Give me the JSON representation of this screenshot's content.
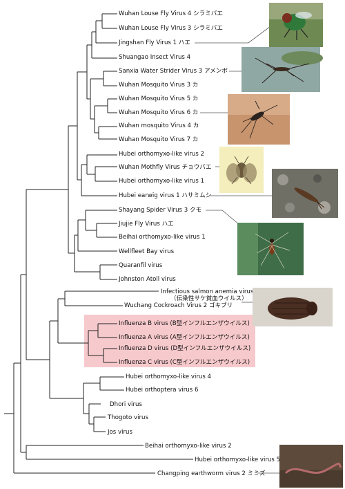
{
  "taxa": [
    "Wuhan Louse Fly Virus 4 シラミバエ",
    "Wuhan Louse Fly Virus 3 シラミバエ",
    "Jingshan Fly Virus 1 ハエ",
    "Shuangao Insect Virus 4",
    "Sanxia Water Strider Virus 3 アメンボ",
    "Wuhan Mosquito Virus 3 カ",
    "Wuhan Mosquito Virus 5 カ",
    "Wuhan Mosquito Virus 6 カ",
    "Wuhan mosquito Virus 4 カ",
    "Wuhan Mosquito Virus 7 カ",
    "Hubei orthomyxo-like virus 2",
    "Wuhan Mothfly Virus チョウバエ",
    "Hubei orthomyxo-like virus 1",
    "Hubei earwig virus 1 ハサミムシ",
    "Shayang Spider Virus 3 クモ",
    "Jiujie Fly Virus ハエ",
    "Beihai orthomyxo-like virus 1",
    "Wellfleet Bay virus",
    "Quaranfil virus",
    "Johnston Atoll virus",
    "Infectious salmon anemia virus",
    "（伝染性サケ貧血ウイルス）",
    "Wuchang Cockroach Virus 2 ゴキブリ",
    "Influenza B virus (B型インフルエンザウイルス)",
    "Influenza A virus (A型インフルエンザウイルス)",
    "Influenza D virus (D型インフルエンザウイルス)",
    "Influenza C virus (C型インフルエンザウイルス)",
    "Hubei orthomyxo-like virus 4",
    "Hubei orthoptera virus 6",
    "Dhori virus",
    "Thogoto virus",
    "Jos virus",
    "Beihai orthomyxo-like virus 2",
    "Hubei orthomyxo-like virus 5",
    "Changping earthworm virus 2 ミミズ"
  ],
  "photos": [
    "green-fly-photo",
    "water-strider-photo",
    "mosquito-photo",
    "mothfly-photo",
    "earwig-photo",
    "spider-photo",
    "cockroach-photo",
    "earthworm-photo"
  ],
  "colors": {
    "highlight": "#f6c9cc",
    "line": "#222222"
  }
}
